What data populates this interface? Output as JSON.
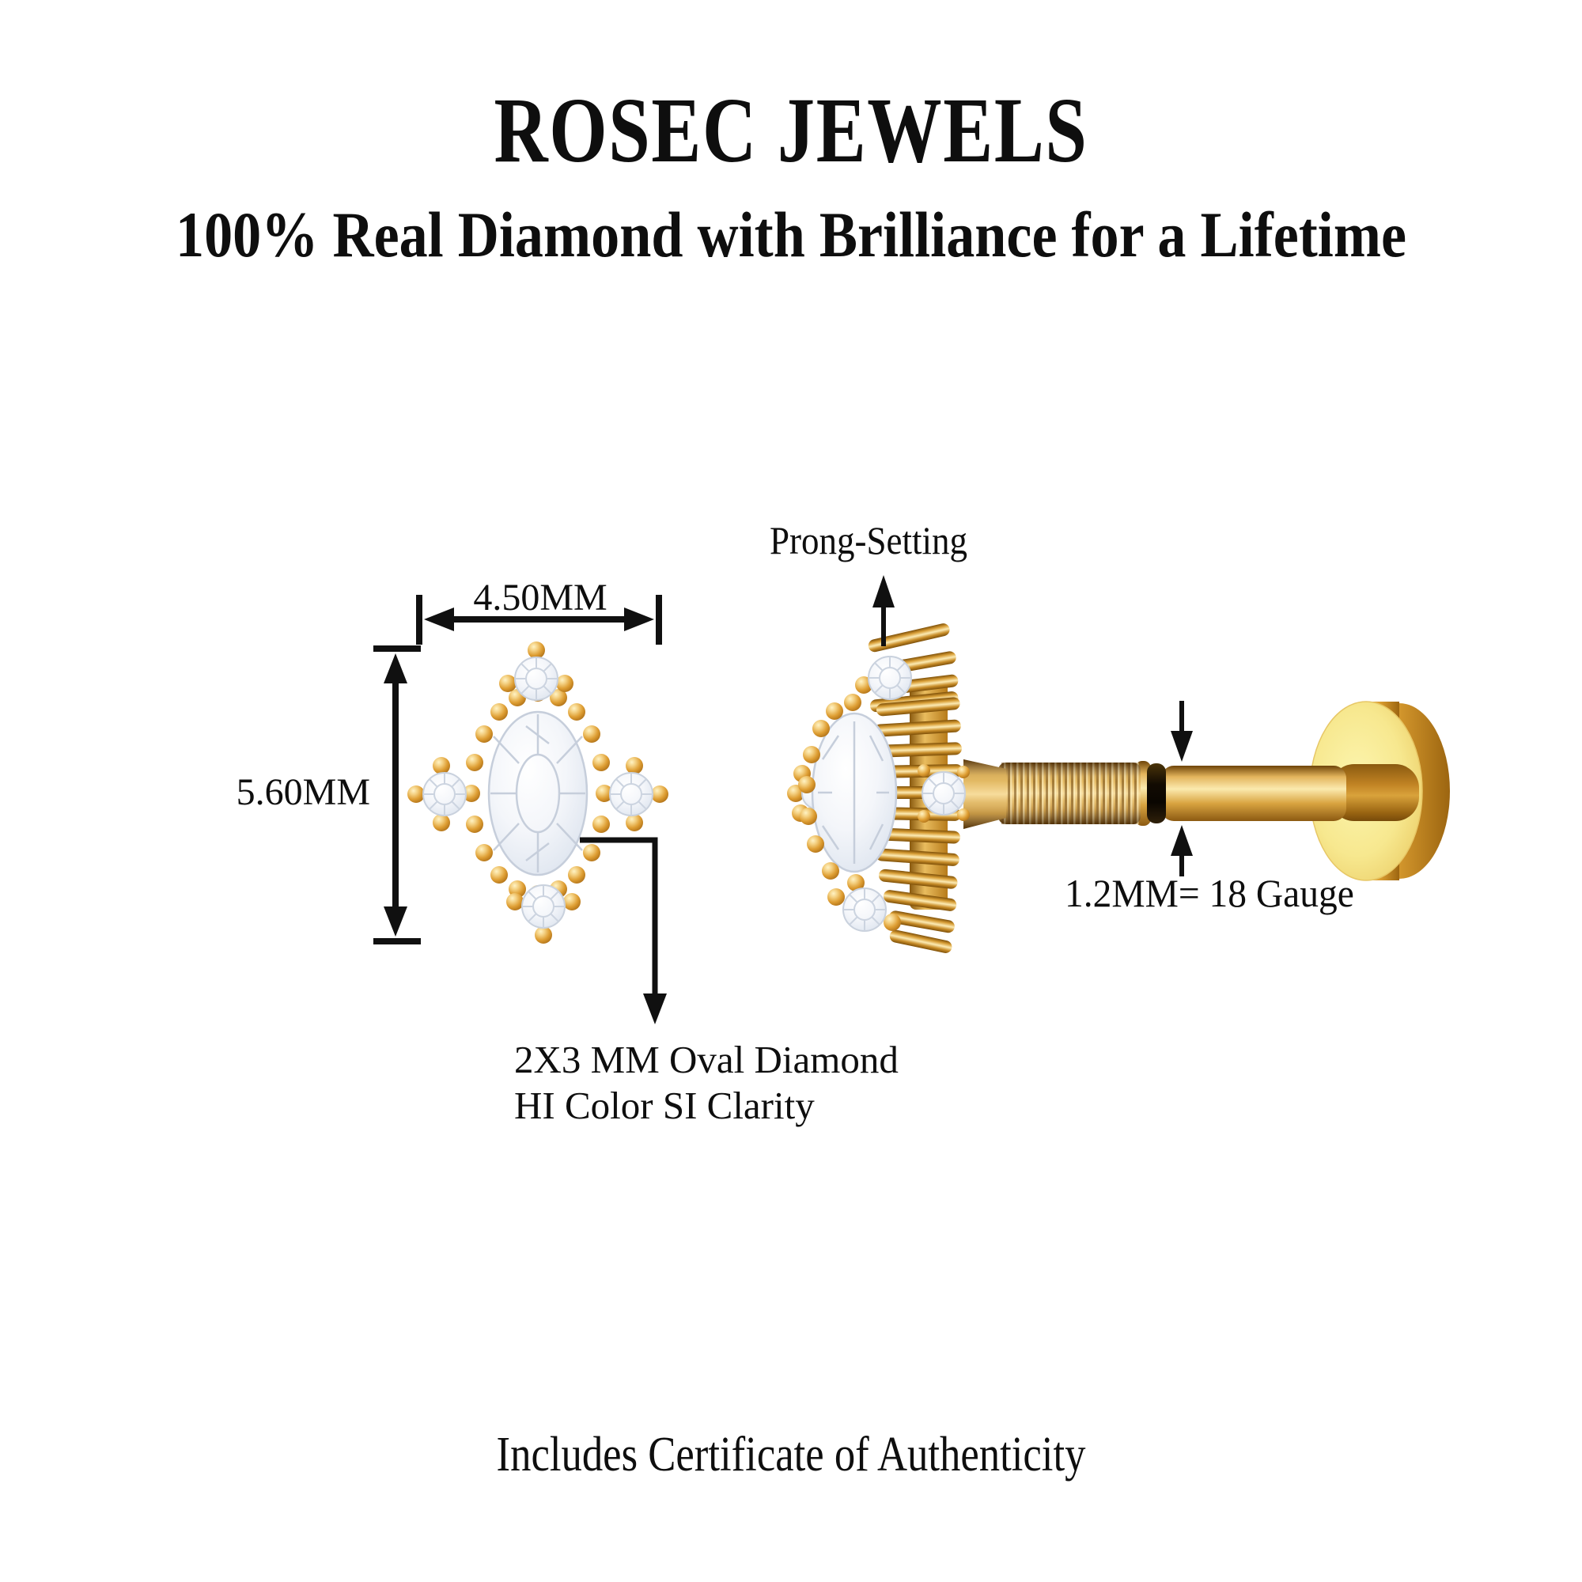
{
  "header": {
    "brand": "ROSEC JEWELS",
    "tagline": "100% Real Diamond with Brilliance for a Lifetime"
  },
  "front_view": {
    "width_label": "4.50MM",
    "height_label": "5.60MM",
    "note_line1": "2X3 MM Oval Diamond",
    "note_line2": "HI Color SI Clarity"
  },
  "side_view": {
    "setting_label": "Prong-Setting",
    "gauge_label": "1.2MM= 18 Gauge"
  },
  "footer": {
    "note": "Includes Certificate of Authenticity"
  },
  "colors": {
    "background": "#FFFFFF",
    "ink": "#0E0E0E",
    "gold": "#DFA445",
    "gold_light": "#FBEAAE",
    "gold_dark": "#7B4E0C",
    "disc_face": "#F7E88F",
    "diamond": "#EDF1F7"
  }
}
